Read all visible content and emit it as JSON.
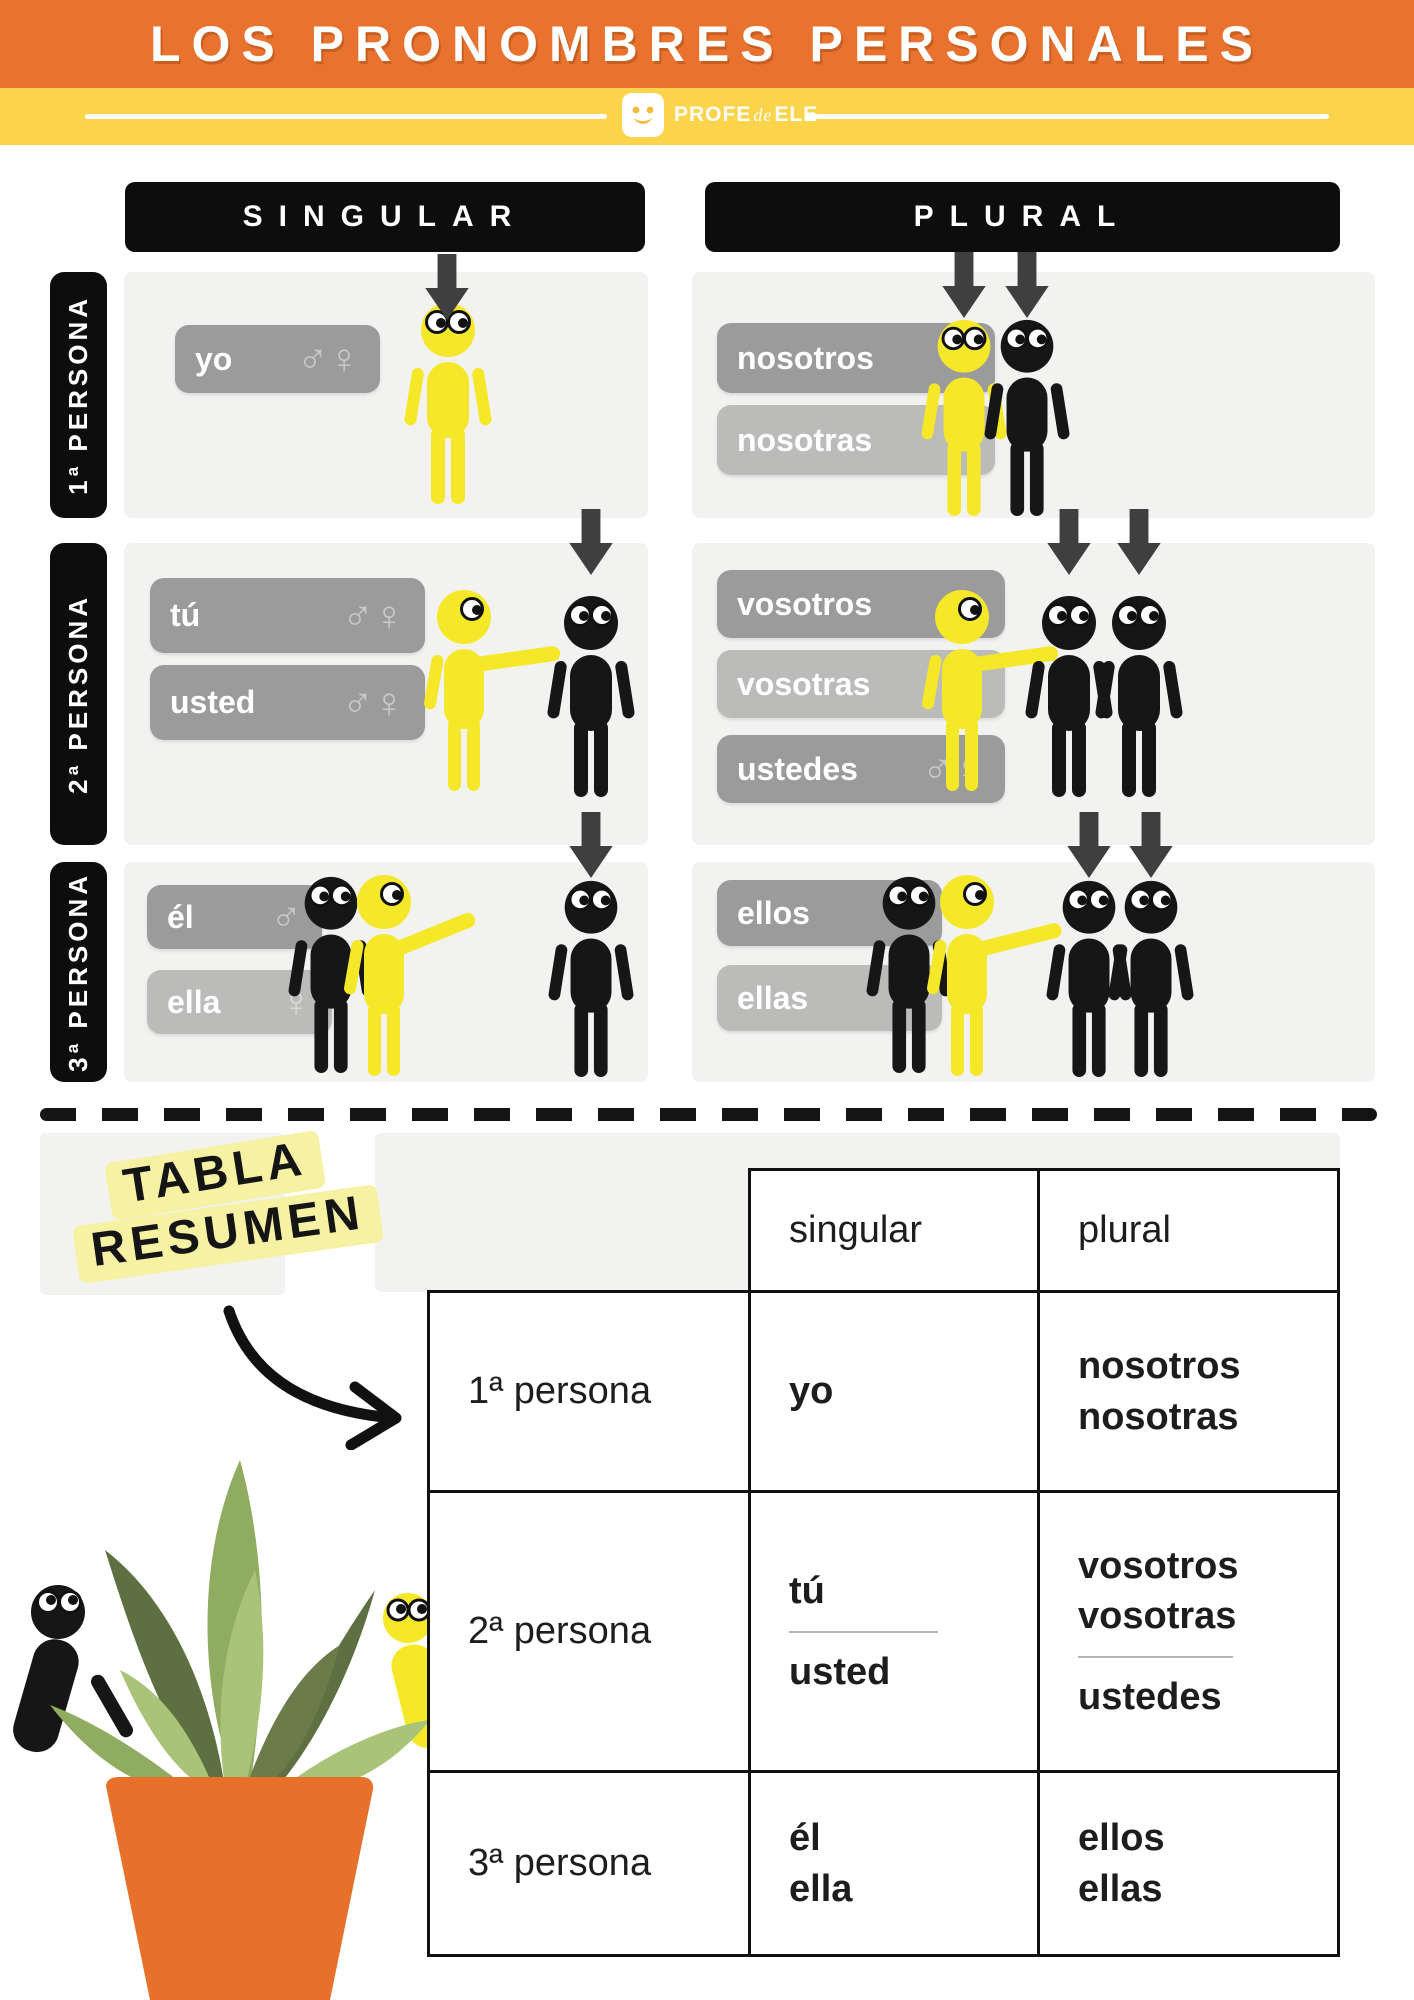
{
  "poster": {
    "title": "LOS PRONOMBRES PERSONALES",
    "brand": {
      "left": "PROFE",
      "mid": "de",
      "right": "ELE"
    }
  },
  "grid": {
    "col_headers": [
      "SINGULAR",
      "PLURAL"
    ],
    "row_labels": [
      "1ª PERSONA",
      "2ª PERSONA",
      "3ª PERSONA"
    ],
    "cells": {
      "r1s": {
        "pills": [
          {
            "label": "yo",
            "sym": "♂♀"
          }
        ]
      },
      "r1p": {
        "pills": [
          {
            "label": "nosotros",
            "sym": "♂"
          },
          {
            "label": "nosotras",
            "sym": "♀"
          }
        ]
      },
      "r2s": {
        "pills": [
          {
            "label": "tú",
            "sym": "♂♀"
          },
          {
            "label": "usted",
            "sym": "♂♀"
          }
        ]
      },
      "r2p": {
        "pills": [
          {
            "label": "vosotros",
            "sym": "♂"
          },
          {
            "label": "vosotras",
            "sym": "♀"
          },
          {
            "label": "ustedes",
            "sym": "♂♀"
          }
        ]
      },
      "r3s": {
        "pills": [
          {
            "label": "él",
            "sym": "♂"
          },
          {
            "label": "ella",
            "sym": "♀"
          }
        ]
      },
      "r3p": {
        "pills": [
          {
            "label": "ellos",
            "sym": "♂"
          },
          {
            "label": "ellas",
            "sym": "♀"
          }
        ]
      }
    }
  },
  "summary": {
    "heading": {
      "line1": "TABLA",
      "line2": "RESUMEN"
    },
    "table": {
      "col_headers": [
        "singular",
        "plural"
      ],
      "rows": [
        {
          "label": "1ª persona",
          "singular": "yo",
          "plural": "nosotros\nnosotras"
        },
        {
          "label": "2ª persona",
          "singular_top": "tú",
          "singular_bottom": "usted",
          "plural_top": "vosotros\nvosotras",
          "plural_bottom": "ustedes"
        },
        {
          "label": "3ª persona",
          "singular": "él\nella",
          "plural": "ellos\nellas"
        }
      ]
    }
  },
  "colors": {
    "orange": "#E8722E",
    "yellow_band": "#FBD44C",
    "cell_gray": "#F2F2F1",
    "pill_dark": "#9B9B9B",
    "pill_light": "#BBBBBA",
    "figure_yellow": "#F5E829",
    "figure_black": "#161616",
    "arrow_gray": "#3F3F3F",
    "highlight_yellow": "#F6F1A3",
    "pot_orange": "#E7702B",
    "leaf_green_dark": "#5E6F42",
    "leaf_green_mid": "#8FAC60",
    "leaf_green_light": "#A9C478"
  }
}
